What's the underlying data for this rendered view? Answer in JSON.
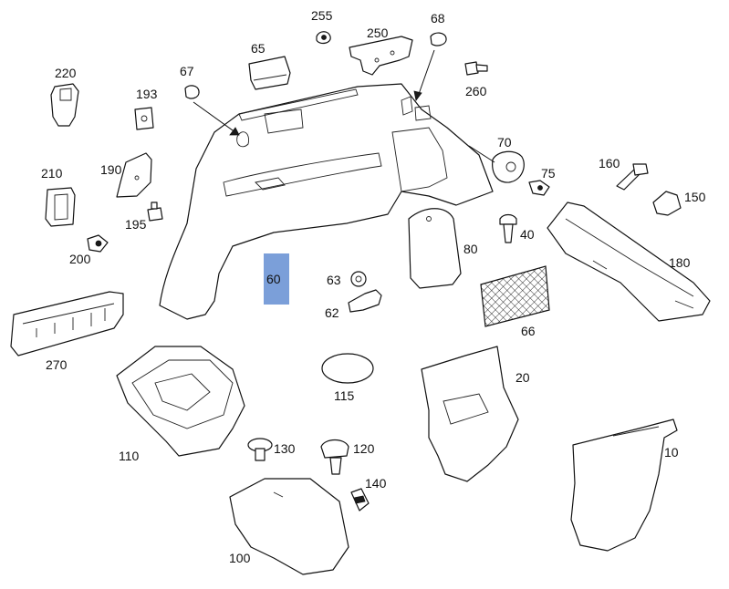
{
  "highlight_color": "#7b9fd9",
  "callouts": {
    "p255": "255",
    "p250": "250",
    "p68": "68",
    "p65": "65",
    "p67": "67",
    "p260": "260",
    "p220": "220",
    "p193": "193",
    "p70": "70",
    "p75": "75",
    "p160": "160",
    "p150": "150",
    "p190": "190",
    "p210": "210",
    "p195": "195",
    "p40": "40",
    "p80": "80",
    "p180": "180",
    "p200": "200",
    "p60": "60",
    "p63": "63",
    "p62": "62",
    "p66": "66",
    "p270": "270",
    "p20": "20",
    "p115": "115",
    "p110": "110",
    "p130": "130",
    "p120": "120",
    "p140": "140",
    "p10": "10",
    "p100": "100"
  }
}
